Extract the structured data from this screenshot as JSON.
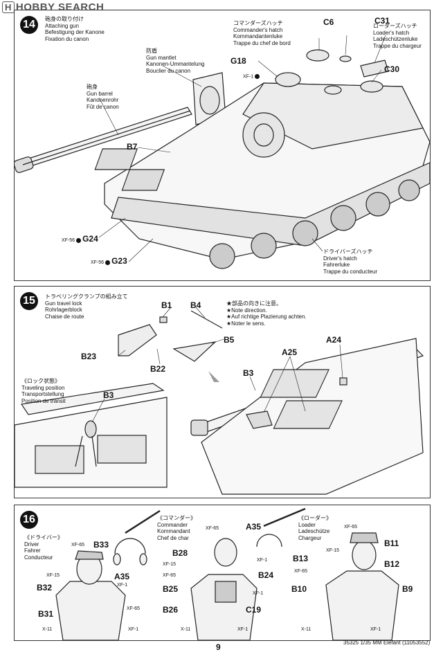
{
  "watermark": "HOBBY SEARCH",
  "steps": {
    "s14": {
      "number": "14",
      "title": [
        "砲身の取り付け",
        "Attaching gun",
        "Befestigung der Kanone",
        "Fixation du canon"
      ],
      "gun_barrel": [
        "砲身",
        "Gun barrel",
        "Kanonenrohr",
        "Fût de canon"
      ],
      "gun_mantlet": [
        "防盾",
        "Gun mantlet",
        "Kanonen-Ummantelung",
        "Bouclier du canon"
      ],
      "commander_hatch": [
        "コマンダーズハッチ",
        "Commander's hatch",
        "Kommandantenluke",
        "Trappe du chef de bord"
      ],
      "loader_hatch": [
        "ローダーズハッチ",
        "Loader's hatch",
        "Ladeschützenluke",
        "Trappe du chargeur"
      ],
      "driver_hatch": [
        "ドライバーズハッチ",
        "Driver's hatch",
        "Fahrerluke",
        "Trappe du conducteur"
      ],
      "parts": {
        "c6": "C6",
        "c31": "C31",
        "g18": "G18",
        "c30": "C30",
        "b7": "B7",
        "g24": "G24",
        "g23": "G23"
      },
      "paints": {
        "xf1": "XF-1",
        "xf56a": "XF-56",
        "xf56b": "XF-56"
      }
    },
    "s15": {
      "number": "15",
      "title": [
        "トラベリングクランプの組み立て",
        "Gun travel lock",
        "Rohrlagerblock",
        "Chaise de route"
      ],
      "note": [
        "★部品の向きに注意。",
        "★Note direction.",
        "★Auf richtige Plazierung achten.",
        "★Noter le sens."
      ],
      "lock_state": [
        "《ロック状態》",
        "Traveling position",
        "Transportstellung",
        "Position de transit"
      ],
      "parts": {
        "b1": "B1",
        "b4": "B4",
        "b5": "B5",
        "b23": "B23",
        "b22": "B22",
        "b3a": "B3",
        "b3b": "B3",
        "a25": "A25",
        "a24": "A24"
      }
    },
    "s16": {
      "number": "16",
      "driver": [
        "《ドライバー》",
        "Driver",
        "Fahrer",
        "Conducteur"
      ],
      "commander": [
        "《コマンダー》",
        "Commander",
        "Kommandant",
        "Chef de char"
      ],
      "loader": [
        "《ローダー》",
        "Loader",
        "Ladeschütze",
        "Chargeur"
      ],
      "driver_parts": {
        "b33": "B33",
        "a35": "A35",
        "b32": "B32",
        "b31": "B31"
      },
      "commander_parts": {
        "a35": "A35",
        "b28": "B28",
        "b24": "B24",
        "b25": "B25",
        "b26": "B26",
        "c19": "C19"
      },
      "loader_parts": {
        "b11": "B11",
        "b13": "B13",
        "b12": "B12",
        "b10": "B10",
        "b9": "B9"
      },
      "driver_paints": [
        "XF-65",
        "XF-15",
        "XF-1",
        "XF-65",
        "X-11",
        "XF-1"
      ],
      "commander_paints": [
        "XF-65",
        "XF-15",
        "XF-65",
        "XF-1",
        "XF-1",
        "X-11",
        "XF-1"
      ],
      "loader_paints": [
        "XF-65",
        "XF-15",
        "XF-65",
        "X-11",
        "XF-1"
      ]
    }
  },
  "footer": {
    "page": "9",
    "code": "35325",
    "model": "1/35 MM Elefant (11053552)"
  }
}
